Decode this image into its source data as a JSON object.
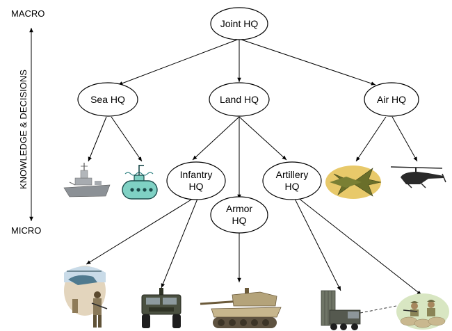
{
  "scale": {
    "top_label": "MACRO",
    "bottom_label": "MICRO",
    "axis_label": "KNOWLEDGE & DECISIONS"
  },
  "nodes": {
    "joint": "Joint HQ",
    "sea": "Sea HQ",
    "land": "Land HQ",
    "air": "Air HQ",
    "infantry": [
      "Infantry",
      "HQ"
    ],
    "armor": [
      "Armor",
      "HQ"
    ],
    "artillery": [
      "Artillery",
      "HQ"
    ]
  },
  "icons": [
    "warship-icon",
    "submarine-icon",
    "fighter-jet-icon",
    "attack-helicopter-icon",
    "soldier-with-helicopter-icon",
    "humvee-icon",
    "tank-icon",
    "missile-launcher-truck-icon",
    "soldiers-in-sandbag-position-icon"
  ]
}
